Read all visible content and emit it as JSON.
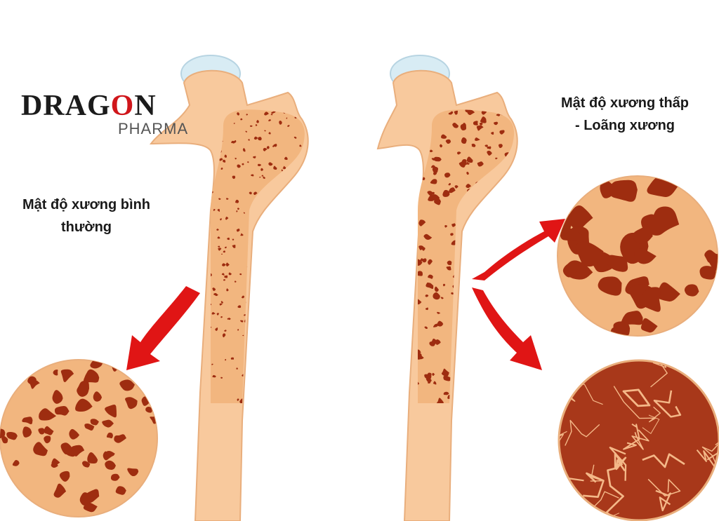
{
  "logo": {
    "brand_prefix": "DRAG",
    "brand_o": "O",
    "brand_suffix": "N",
    "sub": "PHARMA"
  },
  "labels": {
    "normal_line1": "Mật độ xương bình",
    "normal_line2": "thường",
    "low_line1": "Mật độ xương thấp",
    "low_line2": "- Loãng xương"
  },
  "colors": {
    "bone": "#f8c99d",
    "bone_edge": "#e9ae7c",
    "marrow": "#f2b67f",
    "pore": "#9e2d10",
    "cartilage": "#d8ecf4",
    "arrow": "#e01515",
    "dense_bg": "#a8381a",
    "crack": "#f4b888"
  }
}
